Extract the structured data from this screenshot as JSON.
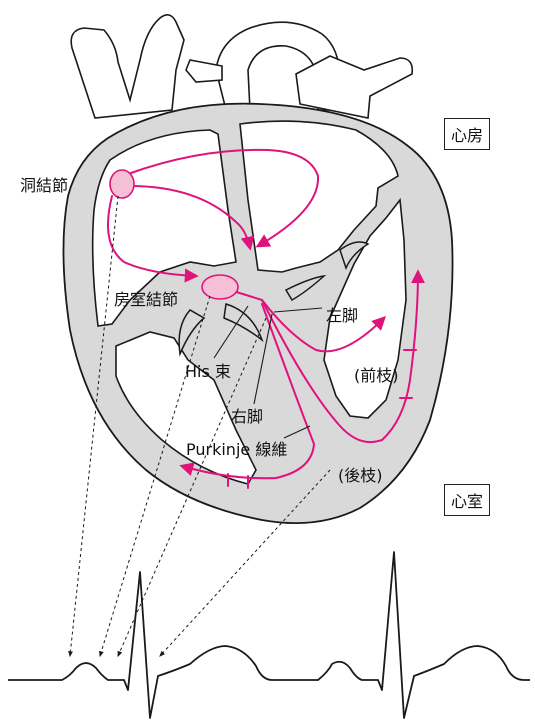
{
  "labels": {
    "atrium": "心房",
    "ventricle": "心室",
    "sa_node": "洞結節",
    "av_node": "房室結節",
    "left_bundle": "左脚",
    "his_bundle": "His 束",
    "anterior_branch": "(前枝)",
    "right_bundle": "右脚",
    "purkinje": "Purkinje 線維",
    "posterior_branch": "(後枝)"
  },
  "colors": {
    "conduction": "#e0137d",
    "node_fill": "#f5bfd6",
    "heart_wall": "#d9d9d9",
    "outline": "#1a1a1a"
  }
}
